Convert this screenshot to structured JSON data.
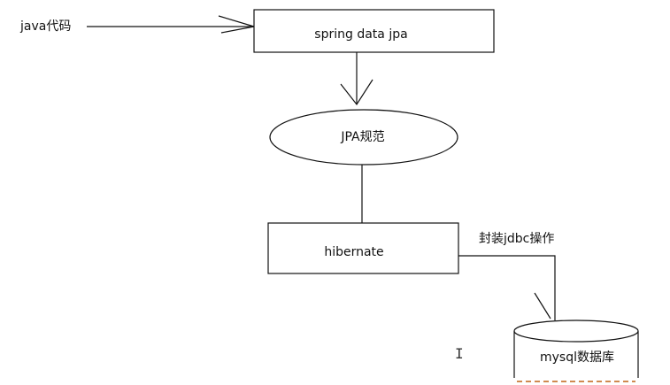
{
  "labels": {
    "java_code": "java代码",
    "spring_data_jpa": "spring data  jpa",
    "jpa_spec": "JPA规范",
    "hibernate": "hibernate",
    "jdbc_wrap": "封装jdbc操作",
    "mysql_db": "mysql数据库"
  },
  "colors": {
    "stroke": "#111111",
    "text": "#111111",
    "background": "#ffffff"
  }
}
